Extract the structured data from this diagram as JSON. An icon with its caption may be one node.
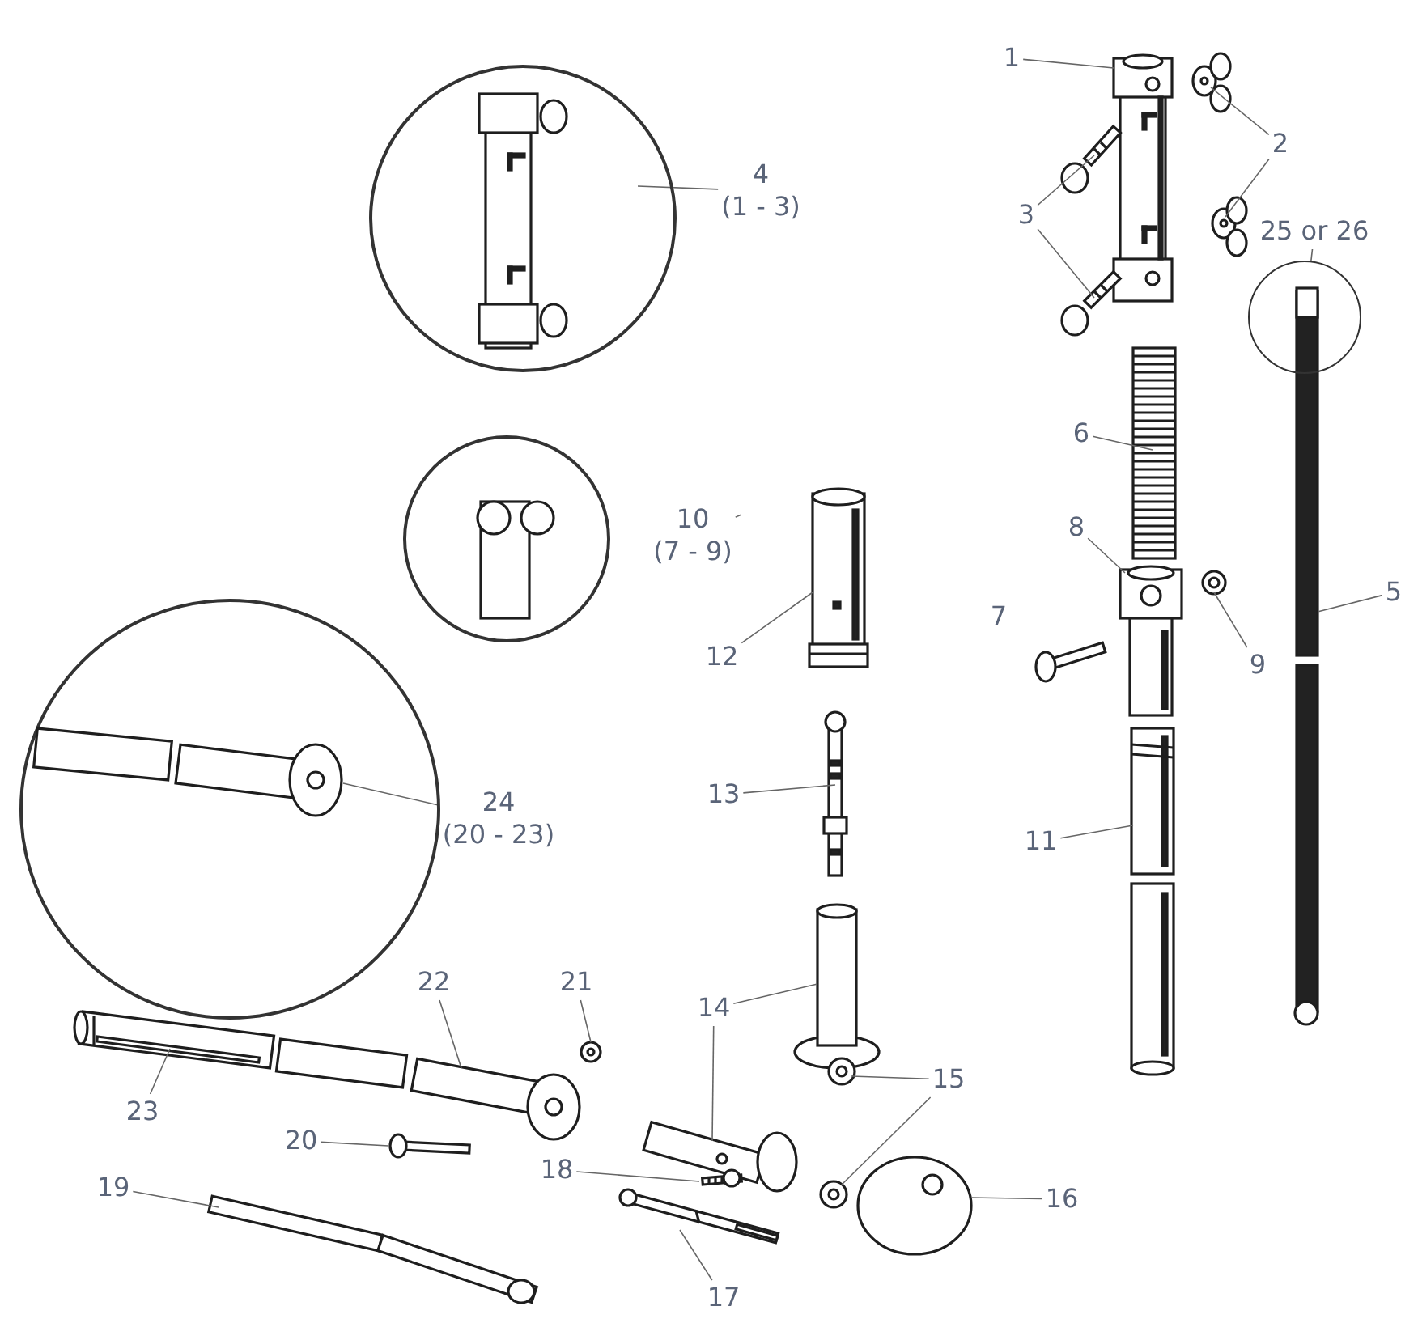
{
  "diagram": {
    "nodes": [
      {
        "text": [
          "1"
        ]
      },
      {
        "text": [
          "2"
        ]
      },
      {
        "text": [
          "3"
        ]
      },
      {
        "text": [],
        "shape": "circle"
      },
      {
        "text": [
          "4",
          "(1 - 3)"
        ]
      },
      {
        "text": [
          "25 or 26"
        ]
      },
      {
        "text": [],
        "shape": "circle"
      },
      {
        "text": [
          "6"
        ]
      },
      {
        "text": [],
        "shape": "circle"
      },
      {
        "text": [
          "10",
          "(7 - 9)"
        ]
      },
      {
        "text": [
          "8"
        ]
      },
      {
        "text": [
          "7"
        ]
      },
      {
        "text": [
          "9"
        ]
      },
      {
        "text": [
          "5"
        ]
      },
      {
        "text": [
          "12"
        ]
      },
      {
        "text": [],
        "shape": "circle"
      },
      {
        "text": [
          "24",
          "(20 - 23)"
        ]
      },
      {
        "text": [
          "13"
        ]
      },
      {
        "text": [
          "11"
        ]
      },
      {
        "text": [
          "14"
        ]
      },
      {
        "text": [
          "15"
        ]
      },
      {
        "text": [
          "21"
        ]
      },
      {
        "text": [
          "22"
        ]
      },
      {
        "text": [
          "23"
        ]
      },
      {
        "text": [
          "20"
        ]
      },
      {
        "text": [
          "18"
        ]
      },
      {
        "text": [
          "16"
        ]
      },
      {
        "text": [
          "19"
        ]
      },
      {
        "text": [
          "17"
        ]
      },
      {
        "text": [],
        "shape": "picture"
      },
      {
        "text": [],
        "shape": "picture"
      },
      {
        "text": [],
        "shape": "picture",
        "in": 3
      },
      {
        "text": [],
        "shape": "picture"
      },
      {
        "text": [],
        "shape": "picture"
      },
      {
        "text": [],
        "shape": "picture"
      },
      {
        "text": [],
        "shape": "picture"
      },
      {
        "text": [],
        "shape": "picture"
      },
      {
        "text": [],
        "shape": "picture"
      },
      {
        "text": [],
        "shape": "picture"
      },
      {
        "text": [],
        "shape": "picture"
      },
      {
        "text": [],
        "shape": "picture",
        "in": 15
      },
      {
        "text": [],
        "shape": "picture"
      },
      {
        "text": [],
        "shape": "picture"
      },
      {
        "text": [],
        "shape": "picture"
      },
      {
        "text": [],
        "shape": "picture"
      },
      {
        "text": [],
        "shape": "picture"
      },
      {
        "text": [],
        "shape": "picture"
      },
      {
        "text": [],
        "shape": "picture"
      },
      {
        "text": [],
        "shape": "picture"
      },
      {
        "text": [],
        "shape": "picture"
      },
      {
        "text": [],
        "shape": "picture"
      },
      {
        "text": [],
        "shape": "picture"
      },
      {
        "text": [],
        "shape": "picture"
      },
      {
        "text": [],
        "shape": "picture"
      },
      {
        "text": [],
        "shape": "picture"
      }
    ],
    "edges": [
      {
        "from": 0,
        "to": 29,
        "arrow": "none"
      },
      {
        "from": 1,
        "to": 30,
        "arrow": "none"
      },
      {
        "from": 1,
        "to": 33,
        "arrow": "none"
      },
      {
        "from": 2,
        "to": 32,
        "arrow": "none"
      },
      {
        "from": 2,
        "to": 34,
        "arrow": "none"
      },
      {
        "from": 4,
        "to": 31,
        "arrow": "none"
      },
      {
        "from": 5,
        "to": 6,
        "arrow": "none"
      },
      {
        "from": 7,
        "to": 35,
        "arrow": "none"
      },
      {
        "from": 9,
        "to": null,
        "arrow": "none"
      },
      {
        "from": 10,
        "to": 37,
        "arrow": "none"
      },
      {
        "from": 12,
        "to": 38,
        "arrow": "none"
      },
      {
        "from": 13,
        "to": 39,
        "arrow": "none"
      },
      {
        "from": 14,
        "to": 36,
        "arrow": "none"
      },
      {
        "from": 16,
        "to": 40,
        "arrow": "none"
      },
      {
        "from": 17,
        "to": 41,
        "arrow": "none"
      },
      {
        "from": 18,
        "to": 42,
        "arrow": "none"
      },
      {
        "from": 19,
        "to": 43,
        "arrow": "none"
      },
      {
        "from": 19,
        "to": 48,
        "arrow": "none"
      },
      {
        "from": 20,
        "to": 47,
        "arrow": "none"
      },
      {
        "from": 20,
        "to": 51,
        "arrow": "none"
      },
      {
        "from": 21,
        "to": 46,
        "arrow": "none"
      },
      {
        "from": 22,
        "to": 45,
        "arrow": "none"
      },
      {
        "from": 23,
        "to": 44,
        "arrow": "none"
      },
      {
        "from": 24,
        "to": 49,
        "arrow": "none"
      },
      {
        "from": 25,
        "to": 50,
        "arrow": "none"
      },
      {
        "from": 26,
        "to": 52,
        "arrow": "none"
      },
      {
        "from": 27,
        "to": 53,
        "arrow": "none"
      },
      {
        "from": 28,
        "to": 54,
        "arrow": "none"
      }
    ]
  }
}
